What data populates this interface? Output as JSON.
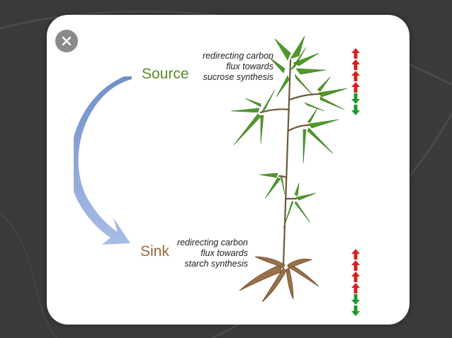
{
  "diagram": {
    "source_label": "Source",
    "sink_label": "Sink",
    "source_note": [
      "redirecting carbon",
      "flux towards",
      "sucrose synthesis"
    ],
    "sink_note": [
      "redirecting carbon",
      "flux towards",
      "starch synthesis"
    ],
    "source_indicators": [
      "up",
      "up",
      "up",
      "up",
      "down",
      "down"
    ],
    "sink_indicators": [
      "up",
      "up",
      "up",
      "up",
      "down",
      "down"
    ]
  },
  "colors": {
    "up": "#d32222",
    "down": "#1f9a2a",
    "source_text": "#5b8a2c",
    "sink_text": "#9a6a3a",
    "arrow": "#8aa8d8"
  },
  "icons": {
    "close": "close-icon"
  }
}
